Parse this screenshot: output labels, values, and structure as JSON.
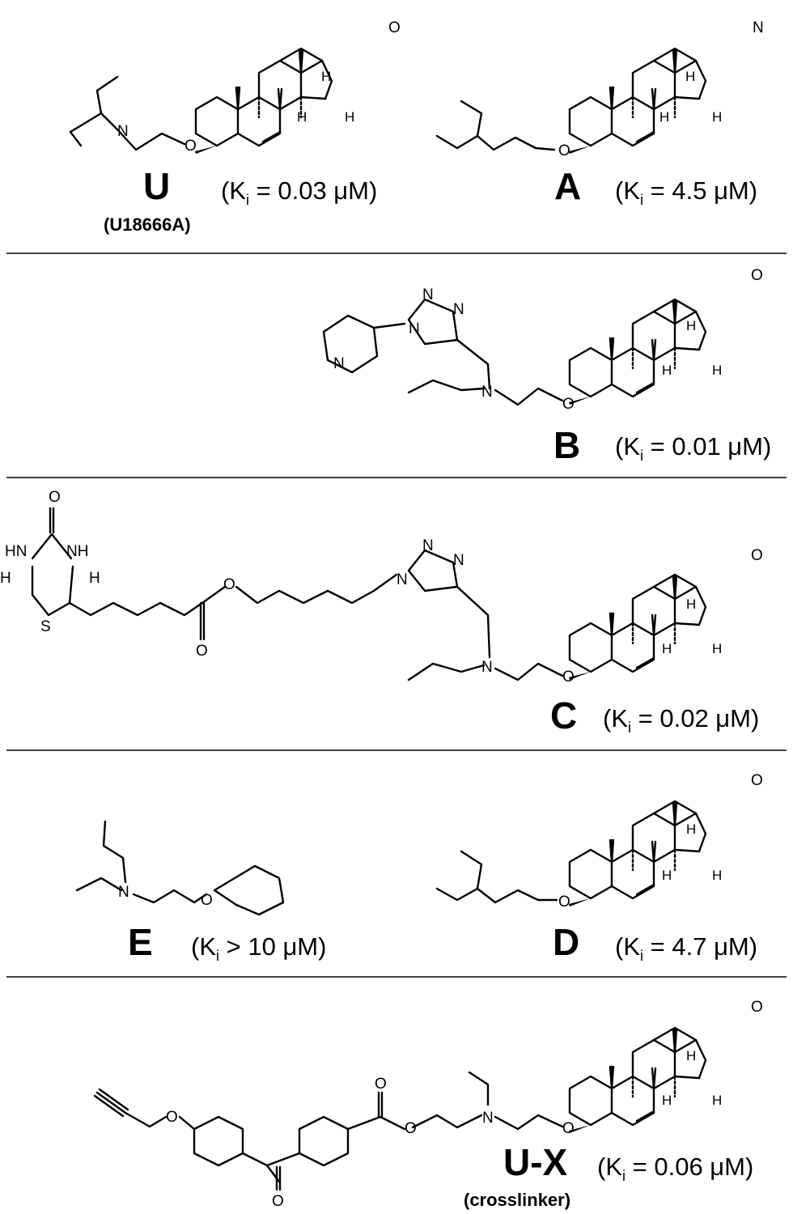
{
  "compounds": {
    "U": {
      "name": "U",
      "ki_value": "0.03",
      "note": "(U18666A)"
    },
    "A": {
      "name": "A",
      "ki_value": "4.5"
    },
    "B": {
      "name": "B",
      "ki_value": "0.01"
    },
    "C": {
      "name": "C",
      "ki_value": "0.02"
    },
    "E": {
      "name": "E",
      "ki_value": "10"
    },
    "D": {
      "name": "D",
      "ki_value": "4.7"
    },
    "UX": {
      "name": "U-X",
      "ki_value": "0.06",
      "note": "(crosslinker)"
    }
  },
  "labels": {
    "ki_open": "(K",
    "ki_sub": "i",
    "eq": " = ",
    "gt": " > ",
    "unit": " μM)"
  },
  "atoms": {
    "O": "O",
    "N": "N",
    "H": "H",
    "S": "S",
    "NH": "NH",
    "HN": "HN"
  }
}
